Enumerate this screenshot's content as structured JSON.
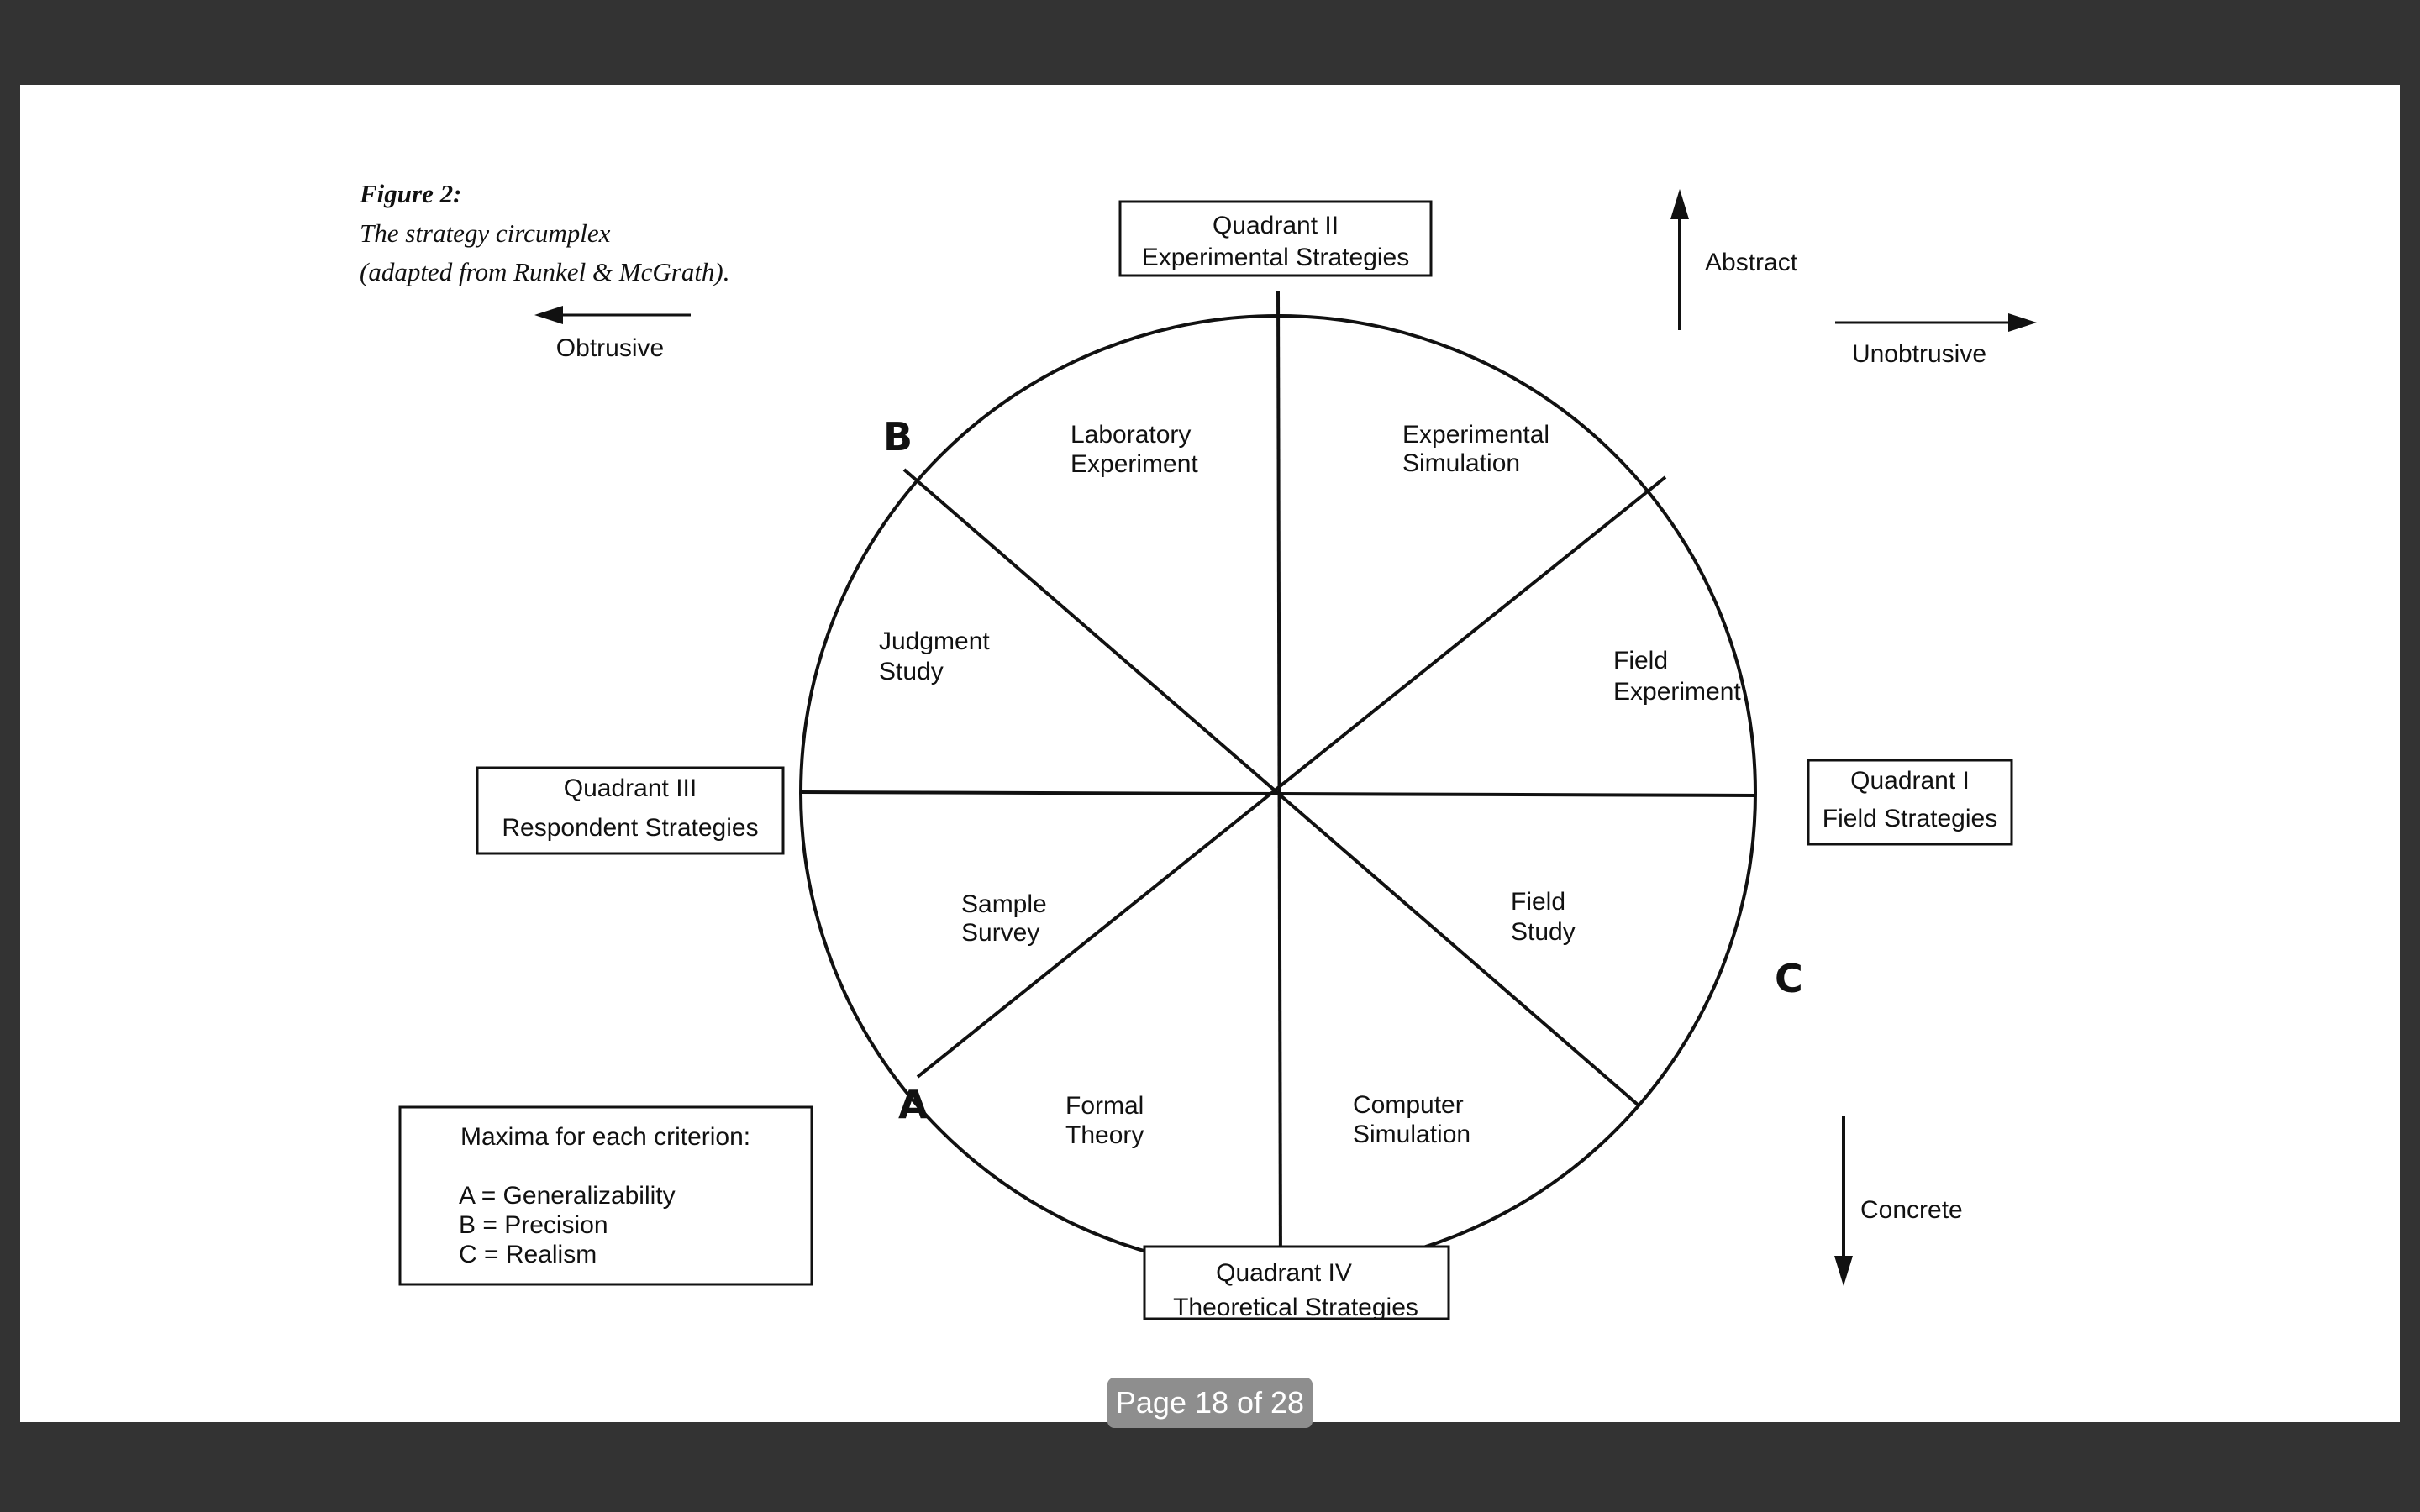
{
  "figure": {
    "title": "Figure 2:",
    "caption_line1": "The strategy circumplex",
    "caption_line2": "(adapted from Runkel & McGrath)."
  },
  "axes": {
    "obtrusive": "Obtrusive",
    "unobtrusive": "Unobtrusive",
    "abstract": "Abstract",
    "concrete": "Concrete"
  },
  "quadrants": {
    "q1": {
      "line1": "Quadrant I",
      "line2": "Field Strategies"
    },
    "q2": {
      "line1": "Quadrant II",
      "line2": "Experimental Strategies"
    },
    "q3": {
      "line1": "Quadrant III",
      "line2": "Respondent Strategies"
    },
    "q4": {
      "line1": "Quadrant IV",
      "line2": "Theoretical Strategies"
    }
  },
  "strategies": {
    "laboratory_experiment": [
      "Laboratory",
      "Experiment"
    ],
    "experimental_simulation": [
      "Experimental",
      "Simulation"
    ],
    "field_experiment": [
      "Field",
      "Experiment"
    ],
    "field_study": [
      "Field",
      "Study"
    ],
    "computer_simulation": [
      "Computer",
      "Simulation"
    ],
    "formal_theory": [
      "Formal",
      "Theory"
    ],
    "sample_survey": [
      "Sample",
      "Survey"
    ],
    "judgment_study": [
      "Judgment",
      "Study"
    ]
  },
  "maxima_points": {
    "a": "A",
    "b": "B",
    "c": "C"
  },
  "legend": {
    "heading": "Maxima for each criterion:",
    "line_a": "A = Generalizability",
    "line_b": "B =  Precision",
    "line_c": "C =  Realism"
  },
  "viewer": {
    "page_indicator": "Page 18 of 28"
  }
}
